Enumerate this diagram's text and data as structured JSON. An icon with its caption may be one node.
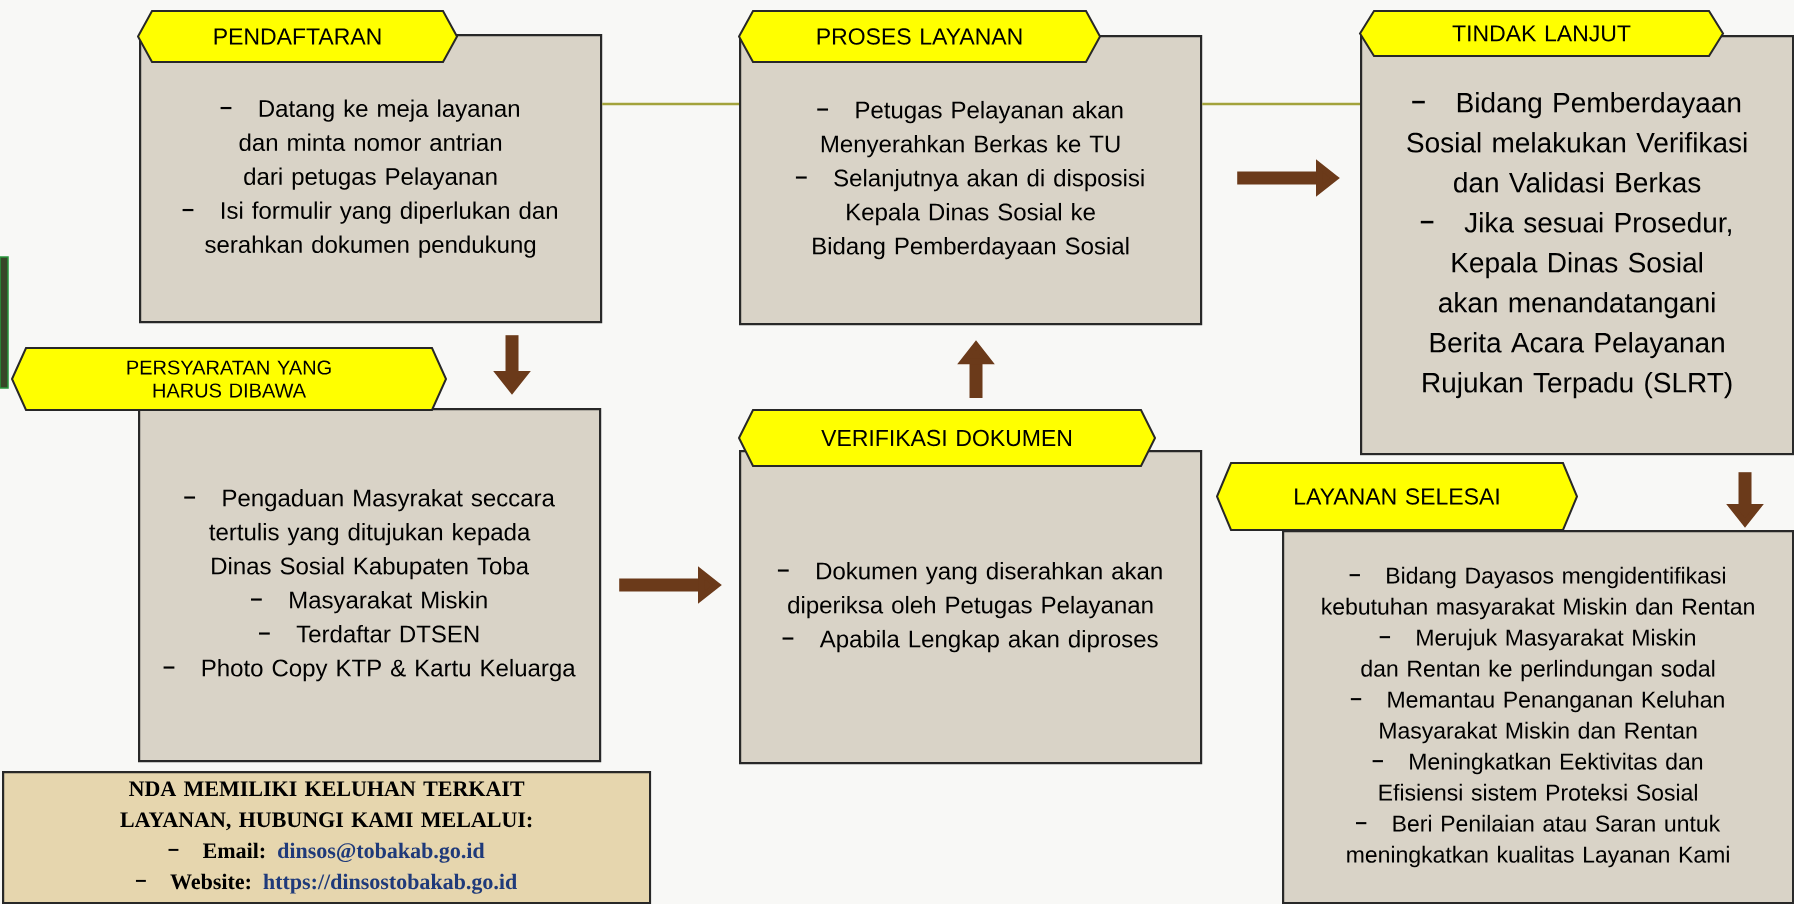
{
  "diagram": {
    "nodes": [
      {
        "text": [
          "PENDAFTARAN",
          "Datang ke meja layanan dan minta nomor antrian dari petugas Pelayanan",
          "Isi formulir yang diperlukan dan serahkan dokumen pendukung"
        ]
      },
      {
        "text": [
          "PROSES LAYANAN",
          "Petugas Pelayanan akan Menyerahkan Berkas ke TU",
          "Selanjutnya akan di disposisi Kepala Dinas Sosial ke Bidang Pemberdayaan Sosial"
        ]
      },
      {
        "text": [
          "TINDAK LANJUT",
          "Bidang Pemberdayaan Sosial melakukan Verifikasi dan Validasi Berkas",
          "Jika sesuai Prosedur, Kepala Dinas Sosial akan menandatangani Berita Acara Pelayanan Rujukan Terpadu (SLRT)"
        ]
      },
      {
        "text": [
          "PERSYARATAN YANG HARUS DIBAWA",
          "Pengaduan Masyrakat seccara tertulis yang ditujukan kepada Dinas Sosial Kabupaten Toba",
          "Masyarakat Miskin",
          "Terdaftar DTSEN",
          "Photo Copy KTP & Kartu Keluarga"
        ]
      },
      {
        "text": [
          "VERIFIKASI DOKUMEN",
          "Dokumen yang diserahkan akan diperiksa oleh Petugas Pelayanan",
          "Apabila Lengkap akan diproses"
        ]
      },
      {
        "text": [
          "LAYANAN SELESAI",
          "Bidang Dayasos mengidentifikasi kebutuhan masyarakat Miskin dan Rentan",
          "Merujuk Masyarakat Miskin dan Rentan ke perlindungan sodal",
          "Memantau Penanganan Keluhan Masyarakat Miskin dan Rentan",
          "Meningkatkan Eektivitas dan Efisiensi sistem Proteksi Sosial",
          "Beri Penilaian atau Saran untuk meningkatkan kualitas Layanan Kami"
        ]
      },
      {
        "text": [
          "NDA MEMILIKI KELUHAN TERKAIT LAYANAN, HUBUNGI KAMI MELALUI:",
          "Email:",
          "dinsos@tobakab.go.id",
          "Website:",
          "https://dinsostobakab.go.id"
        ]
      }
    ],
    "edges": [
      {
        "from": 0,
        "to": 3,
        "arrow": "to"
      },
      {
        "from": 3,
        "to": 4,
        "arrow": "to"
      },
      {
        "from": 4,
        "to": 1,
        "arrow": "to"
      },
      {
        "from": 1,
        "to": 2,
        "arrow": "to"
      },
      {
        "from": 2,
        "to": 5,
        "arrow": "to"
      },
      {
        "from": 0,
        "to": 1,
        "arrow": "none",
        "color": "#a3a33c"
      },
      {
        "from": 1,
        "to": 2,
        "arrow": "none",
        "color": "#a3a33c"
      }
    ]
  }
}
